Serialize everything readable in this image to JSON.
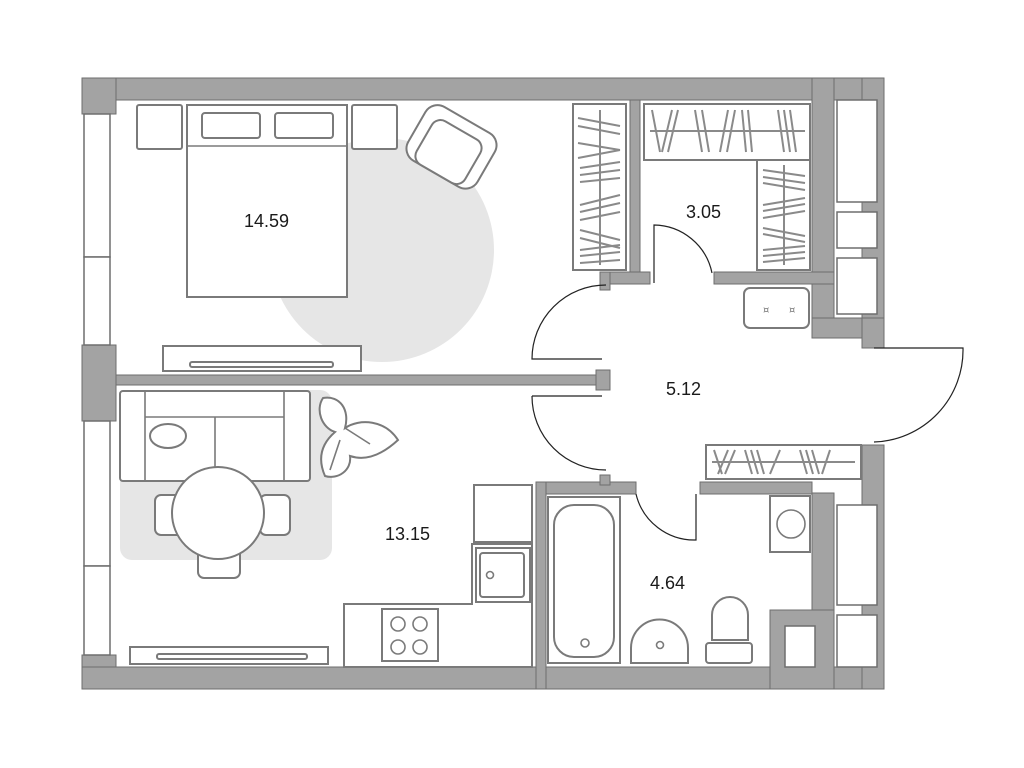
{
  "plan": {
    "type": "apartment floor plan",
    "colors": {
      "wall": "#a3a3a3",
      "wall_outline": "#6e6e6e",
      "furniture_stroke": "#7a7a7a",
      "rug": "#e6e6e6",
      "door_line": "#222222",
      "label": "#1a1a1a"
    },
    "rooms": [
      {
        "id": "bedroom",
        "label": "14.59"
      },
      {
        "id": "wardrobe",
        "label": "3.05"
      },
      {
        "id": "hallway",
        "label": "5.12"
      },
      {
        "id": "kitchen-living",
        "label": "13.15"
      },
      {
        "id": "bathroom",
        "label": "4.64"
      }
    ]
  }
}
